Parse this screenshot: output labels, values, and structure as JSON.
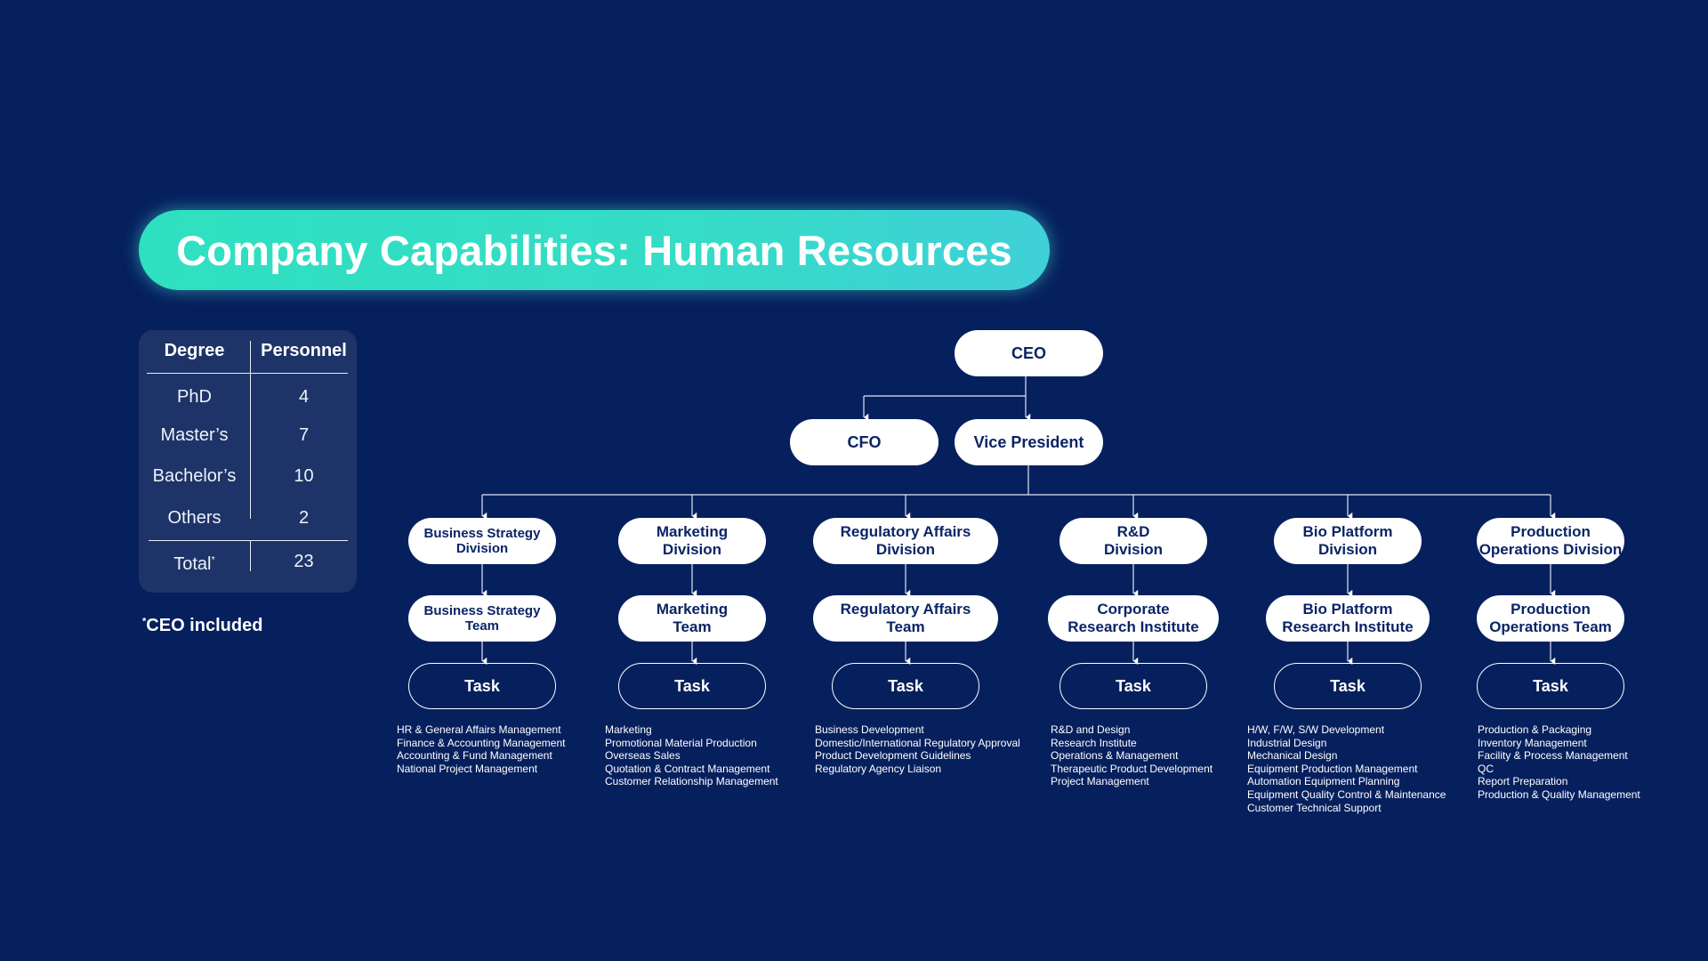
{
  "title": "Company Capabilities: Human Resources",
  "degree_table": {
    "headers": [
      "Degree",
      "Personnel"
    ],
    "rows": [
      {
        "degree": "PhD",
        "count": "4"
      },
      {
        "degree": "Master’s",
        "count": "7"
      },
      {
        "degree": "Bachelor’s",
        "count": "10"
      },
      {
        "degree": "Others",
        "count": "2"
      }
    ],
    "total_label": "Total",
    "total_mark": "*",
    "total_value": "23"
  },
  "footnote": {
    "mark": "*",
    "text": "CEO included"
  },
  "org": {
    "ceo": "CEO",
    "cfo": "CFO",
    "vp": "Vice President",
    "columns": [
      {
        "division": "Business Strategy\nDivision",
        "team": "Business Strategy\nTeam",
        "task": "Task",
        "tasks": [
          "HR & General Affairs Management",
          "Finance & Accounting Management",
          "Accounting & Fund Management",
          "National Project Management"
        ]
      },
      {
        "division": "Marketing\nDivision",
        "team": "Marketing\nTeam",
        "task": "Task",
        "tasks": [
          "Marketing",
          "Promotional Material Production",
          "Overseas Sales",
          "Quotation & Contract Management",
          "Customer Relationship Management"
        ]
      },
      {
        "division": "Regulatory Affairs\nDivision",
        "team": "Regulatory Affairs\nTeam",
        "task": "Task",
        "tasks": [
          "Business Development",
          "Domestic/International Regulatory Approval",
          "Product Development Guidelines",
          "Regulatory Agency Liaison"
        ]
      },
      {
        "division": "R&D\nDivision",
        "team": "Corporate\nResearch Institute",
        "task": "Task",
        "tasks": [
          "R&D and Design",
          "Research Institute",
          "Operations & Management",
          "Therapeutic Product Development",
          "Project Management"
        ]
      },
      {
        "division": "Bio Platform\nDivision",
        "team": "Bio Platform\nResearch Institute",
        "task": "Task",
        "tasks": [
          "H/W, F/W, S/W Development",
          "Industrial Design",
          "Mechanical Design",
          "Equipment Production Management",
          "Automation Equipment Planning",
          "Equipment Quality Control & Maintenance",
          "Customer Technical Support"
        ]
      },
      {
        "division": "Production\nOperations Division",
        "team": "Production\nOperations Team",
        "task": "Task",
        "tasks": [
          "Production & Packaging",
          "Inventory Management",
          "Facility & Process Management",
          "QC",
          "Report Preparation",
          "Production & Quality Management"
        ]
      }
    ]
  }
}
